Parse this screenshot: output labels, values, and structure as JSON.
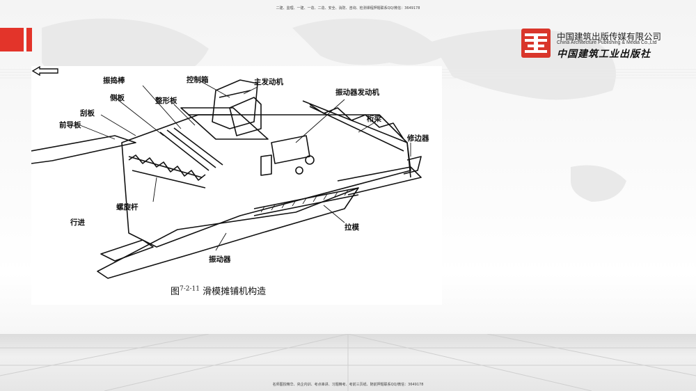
{
  "header": {
    "top_note": "二建、监理、一建、一造、二造、安全、消防、咨询、检测课程押题联系QQ/微信：3649178"
  },
  "footer": {
    "bottom_note": "名师图授精华、央企内训、考点串讲、习题精考、考前三页纸、随前押题联系QQ/微信：3649178"
  },
  "publisher": {
    "name_cn": "中国建筑出版传媒有限公司",
    "name_en": "China Architecture Publishing & Media Co.,Ltd",
    "name_calligraphy": "中国建筑工业出版社"
  },
  "figure": {
    "labels": {
      "zhendaobang": "振捣棒",
      "kongzhixiang": "控制箱",
      "zhufadongji": "主发动机",
      "cebanban": "侧板",
      "zhengxingban": "整形板",
      "zhendongqi_fadongji": "振动器发动机",
      "guaban": "刮板",
      "qiandaoban": "前导板",
      "hengliang": "桁梁",
      "xiubianqi": "修边器",
      "luoxuangan": "螺旋杆",
      "xingjin": "行进",
      "lamo": "拉模",
      "zhendongqi": "振动器"
    },
    "caption_prefix": "图",
    "caption_number": "7-2-11",
    "caption_title": "滑模摊铺机构造"
  }
}
